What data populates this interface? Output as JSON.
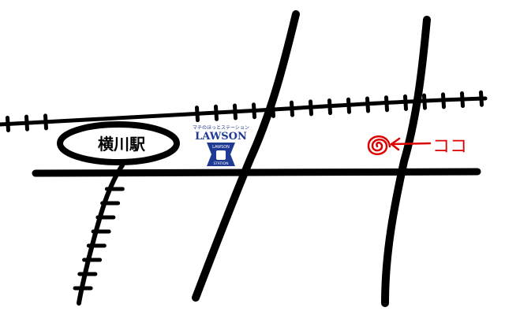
{
  "station": {
    "label": "横川駅"
  },
  "landmark": {
    "brand": "LAWSON",
    "tagline": "マチのほっとステーション",
    "badge_top": "LAWSON",
    "badge_bottom": "STATION"
  },
  "marker": {
    "label": "ココ"
  },
  "colors": {
    "ink": "#000000",
    "marker": "#dd0000",
    "lawson_blue": "#1f3a93"
  }
}
